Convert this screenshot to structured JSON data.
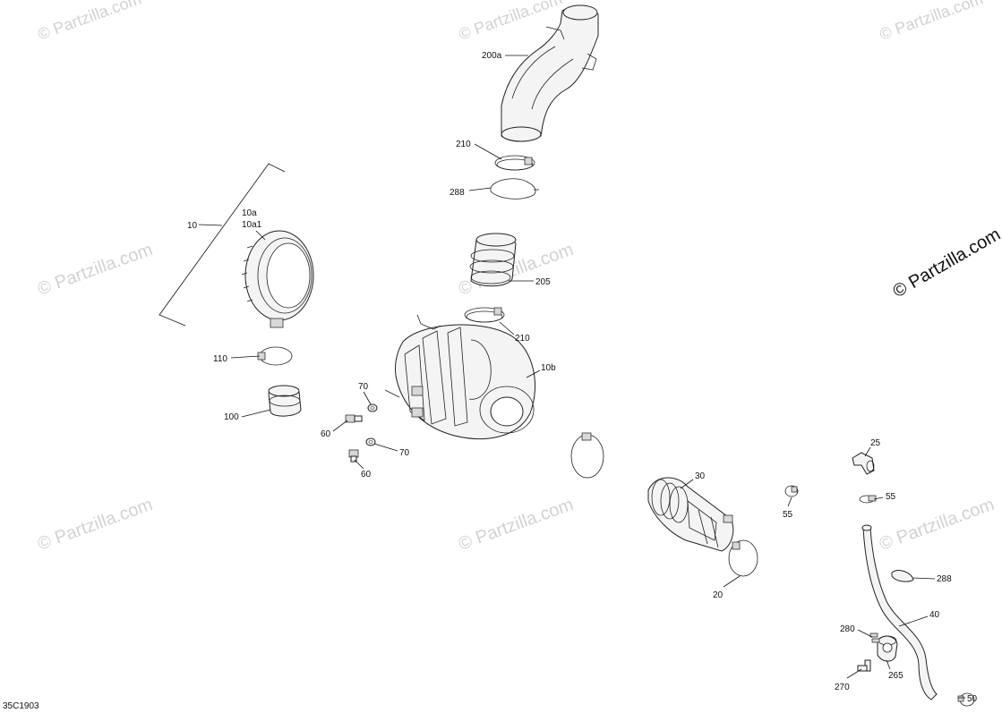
{
  "diagram_code": "35C1903",
  "watermark_text": "© Partzilla.com",
  "copyright_text": "© Partzilla.com",
  "labels": {
    "l200a": "200a",
    "l210a": "210",
    "l288a": "288",
    "l10": "10",
    "l10a": "10a",
    "l10a1": "10a1",
    "l205": "205",
    "l210b": "210",
    "l110": "110",
    "l10b": "10b",
    "l70a": "70",
    "l100": "100",
    "l60a": "60",
    "l70b": "70",
    "l60b": "60",
    "l25": "25",
    "l30": "30",
    "l55a": "55",
    "l55b": "55",
    "l288b": "288",
    "l40": "40",
    "l20": "20",
    "l280": "280",
    "l265": "265",
    "l270": "270",
    "l50": "50"
  }
}
